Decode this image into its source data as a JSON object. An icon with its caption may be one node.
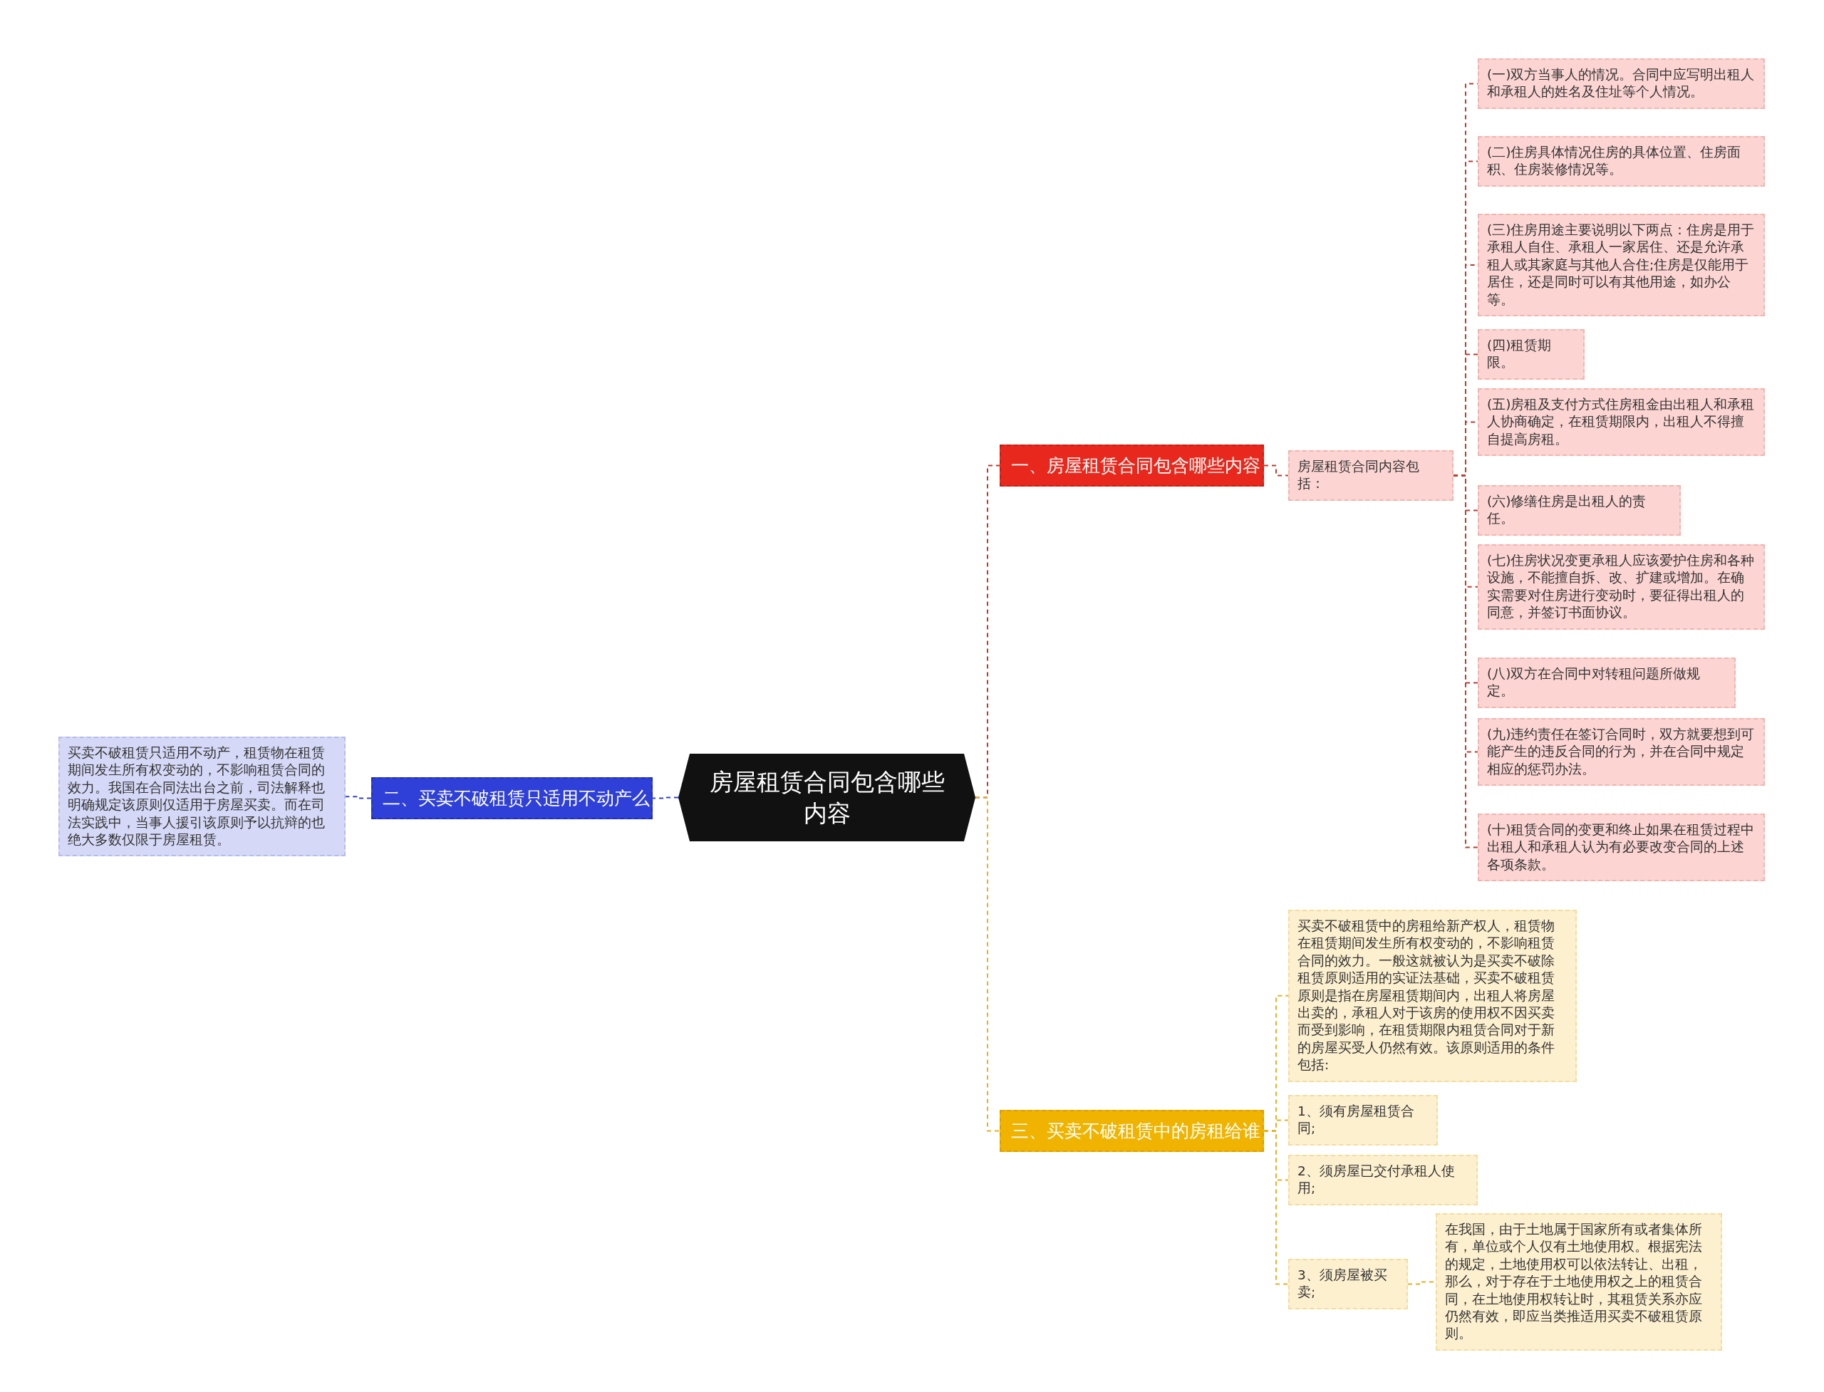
{
  "diagram": {
    "nodes": [
      {
        "text": [
          "房屋租赁合同包含哪些内容"
        ]
      },
      {
        "text": [
          "一、房屋租赁合同包含哪些内容"
        ]
      },
      {
        "text": [
          "房屋租赁合同内容包括："
        ]
      },
      {
        "text": [
          "(一)双方当事人的情况。合同中应写明出租人和承租人的姓名及住址等个人情况。"
        ]
      },
      {
        "text": [
          "(二)住房具体情况住房的具体位置、住房面积、住房装修情况等。"
        ]
      },
      {
        "text": [
          "(三)住房用途主要说明以下两点：住房是用于承租人自住、承租人一家居住、还是允许承租人或其家庭与其他人合住;住房是仅能用于居住，还是同时可以有其他用途，如办公等。"
        ]
      },
      {
        "text": [
          "(四)租赁期限。"
        ]
      },
      {
        "text": [
          "(五)房租及支付方式住房租金由出租人和承租人协商确定，在租赁期限内，出租人不得擅自提高房租。"
        ]
      },
      {
        "text": [
          "(六)修缮住房是出租人的责任。"
        ]
      },
      {
        "text": [
          "(七)住房状况变更承租人应该爱护住房和各种设施，不能擅自拆、改、扩建或增加。在确实需要对住房进行变动时，要征得出租人的同意，并签订书面协议。"
        ]
      },
      {
        "text": [
          "(八)双方在合同中对转租问题所做规定。"
        ]
      },
      {
        "text": [
          "(九)违约责任在签订合同时，双方就要想到可能产生的违反合同的行为，并在合同中规定相应的惩罚办法。"
        ]
      },
      {
        "text": [
          "(十)租赁合同的变更和终止如果在租赁过程中出租人和承租人认为有必要改变合同的上述各项条款。"
        ]
      },
      {
        "text": [
          "二、买卖不破租赁只适用不动产么"
        ]
      },
      {
        "text": [
          "买卖不破租赁只适用不动产，租赁物在租赁期间发生所有权变动的，不影响租赁合同的效力。我国在合同法出台之前，司法解释也明确规定该原则仅适用于房屋买卖。而在司法实践中，当事人援引该原则予以抗辩的也绝大多数仅限于房屋租赁。"
        ]
      },
      {
        "text": [
          "三、买卖不破租赁中的房租给谁"
        ]
      },
      {
        "text": [
          "买卖不破租赁中的房租给新产权人，租赁物在租赁期间发生所有权变动的，不影响租赁合同的效力。一般这就被认为是买卖不破除租赁原则适用的实证法基础，买卖不破租赁原则是指在房屋租赁期间内，出租人将房屋出卖的，承租人对于该房的使用权不因买卖而受到影响，在租赁期限内租赁合同对于新的房屋买受人仍然有效。该原则适用的条件包括:"
        ]
      },
      {
        "text": [
          "1、须有房屋租赁合同;"
        ]
      },
      {
        "text": [
          "2、须房屋已交付承租人使用;"
        ]
      },
      {
        "text": [
          "3、须房屋被买卖;"
        ]
      },
      {
        "text": [
          "在我国，由于土地属于国家所有或者集体所有，单位或个人仅有土地使用权。根据宪法的规定，土地使用权可以依法转让、出租，那么，对于存在于土地使用权之上的租赁合同，在土地使用权转让时，其租赁关系亦应仍然有效，即应当类推适用买卖不破租赁原则。"
        ]
      }
    ],
    "edges": [
      {
        "from": 0,
        "to": 1,
        "arrow": "none"
      },
      {
        "from": 1,
        "to": 2,
        "arrow": "none"
      },
      {
        "from": 2,
        "to": 3,
        "arrow": "none"
      },
      {
        "from": 2,
        "to": 4,
        "arrow": "none"
      },
      {
        "from": 2,
        "to": 5,
        "arrow": "none"
      },
      {
        "from": 2,
        "to": 6,
        "arrow": "none"
      },
      {
        "from": 2,
        "to": 7,
        "arrow": "none"
      },
      {
        "from": 2,
        "to": 8,
        "arrow": "none"
      },
      {
        "from": 2,
        "to": 9,
        "arrow": "none"
      },
      {
        "from": 2,
        "to": 10,
        "arrow": "none"
      },
      {
        "from": 2,
        "to": 11,
        "arrow": "none"
      },
      {
        "from": 2,
        "to": 12,
        "arrow": "none"
      },
      {
        "from": 0,
        "to": 13,
        "arrow": "none",
        "color": "#2f40d8"
      },
      {
        "from": 13,
        "to": 14,
        "arrow": "none",
        "color": "#2f40d8"
      },
      {
        "from": 0,
        "to": 15,
        "arrow": "none",
        "color": "#e8b020"
      },
      {
        "from": 15,
        "to": 16,
        "arrow": "none",
        "color": "#e8b020"
      },
      {
        "from": 15,
        "to": 17,
        "arrow": "none",
        "color": "#e8b020"
      },
      {
        "from": 15,
        "to": 18,
        "arrow": "none",
        "color": "#e8b020"
      },
      {
        "from": 15,
        "to": 19,
        "arrow": "none",
        "color": "#e8b020"
      },
      {
        "from": 19,
        "to": 20,
        "arrow": "none",
        "color": "#e8b020"
      }
    ]
  }
}
